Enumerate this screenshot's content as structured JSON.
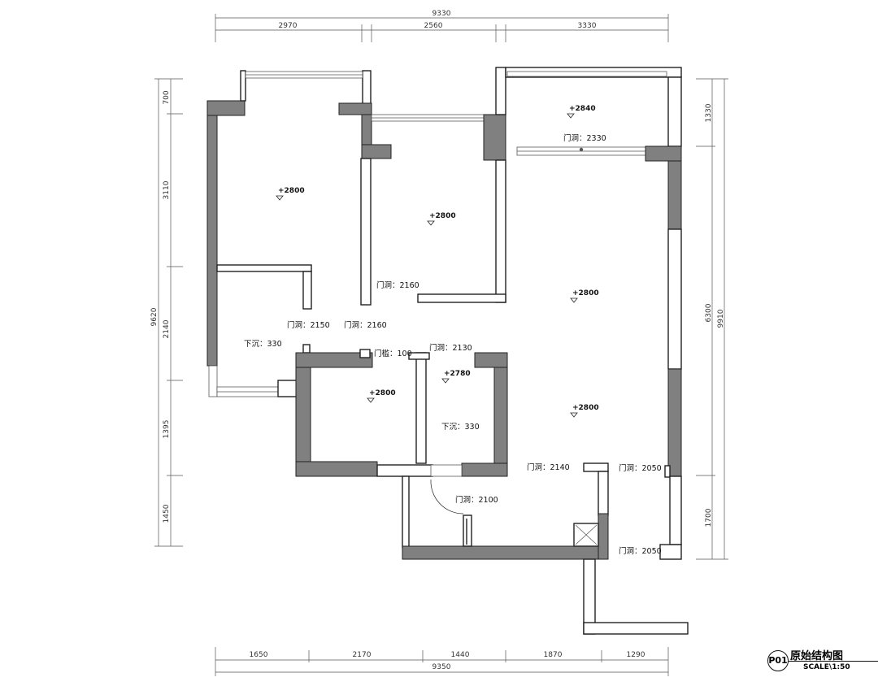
{
  "dimensions": {
    "top_total": "9330",
    "top_segments": [
      "2970",
      "2560",
      "3330"
    ],
    "bottom_total": "9350",
    "bottom_segments": [
      "1650",
      "2170",
      "1440",
      "1870",
      "1290"
    ],
    "left_total": "9620",
    "left_segments": [
      "700",
      "3110",
      "2140",
      "1395",
      "1450"
    ],
    "right_total": "9910",
    "right_segments": [
      "1330",
      "6300",
      "1700"
    ]
  },
  "levels": [
    "+2800",
    "+2800",
    "+2840",
    "+2800",
    "+2800",
    "+2780",
    "+2800"
  ],
  "labels": {
    "door_2330": "门洞：2330",
    "door_2160_a": "门洞：2160",
    "door_2150": "门洞：2150",
    "door_2160_b": "门洞：2160",
    "sunk_330_a": "下沉：330",
    "beam_100": "门槛：100",
    "door_2130": "门洞：2130",
    "sunk_330_b": "下沉：330",
    "door_2140": "门洞：2140",
    "door_2050_a": "门洞：2050",
    "door_2100": "门洞：2100",
    "door_2050_b": "门洞：2050"
  },
  "title_block": {
    "badge": "P01",
    "title": "原始结构图",
    "scale": "SCALE\\1:50"
  }
}
